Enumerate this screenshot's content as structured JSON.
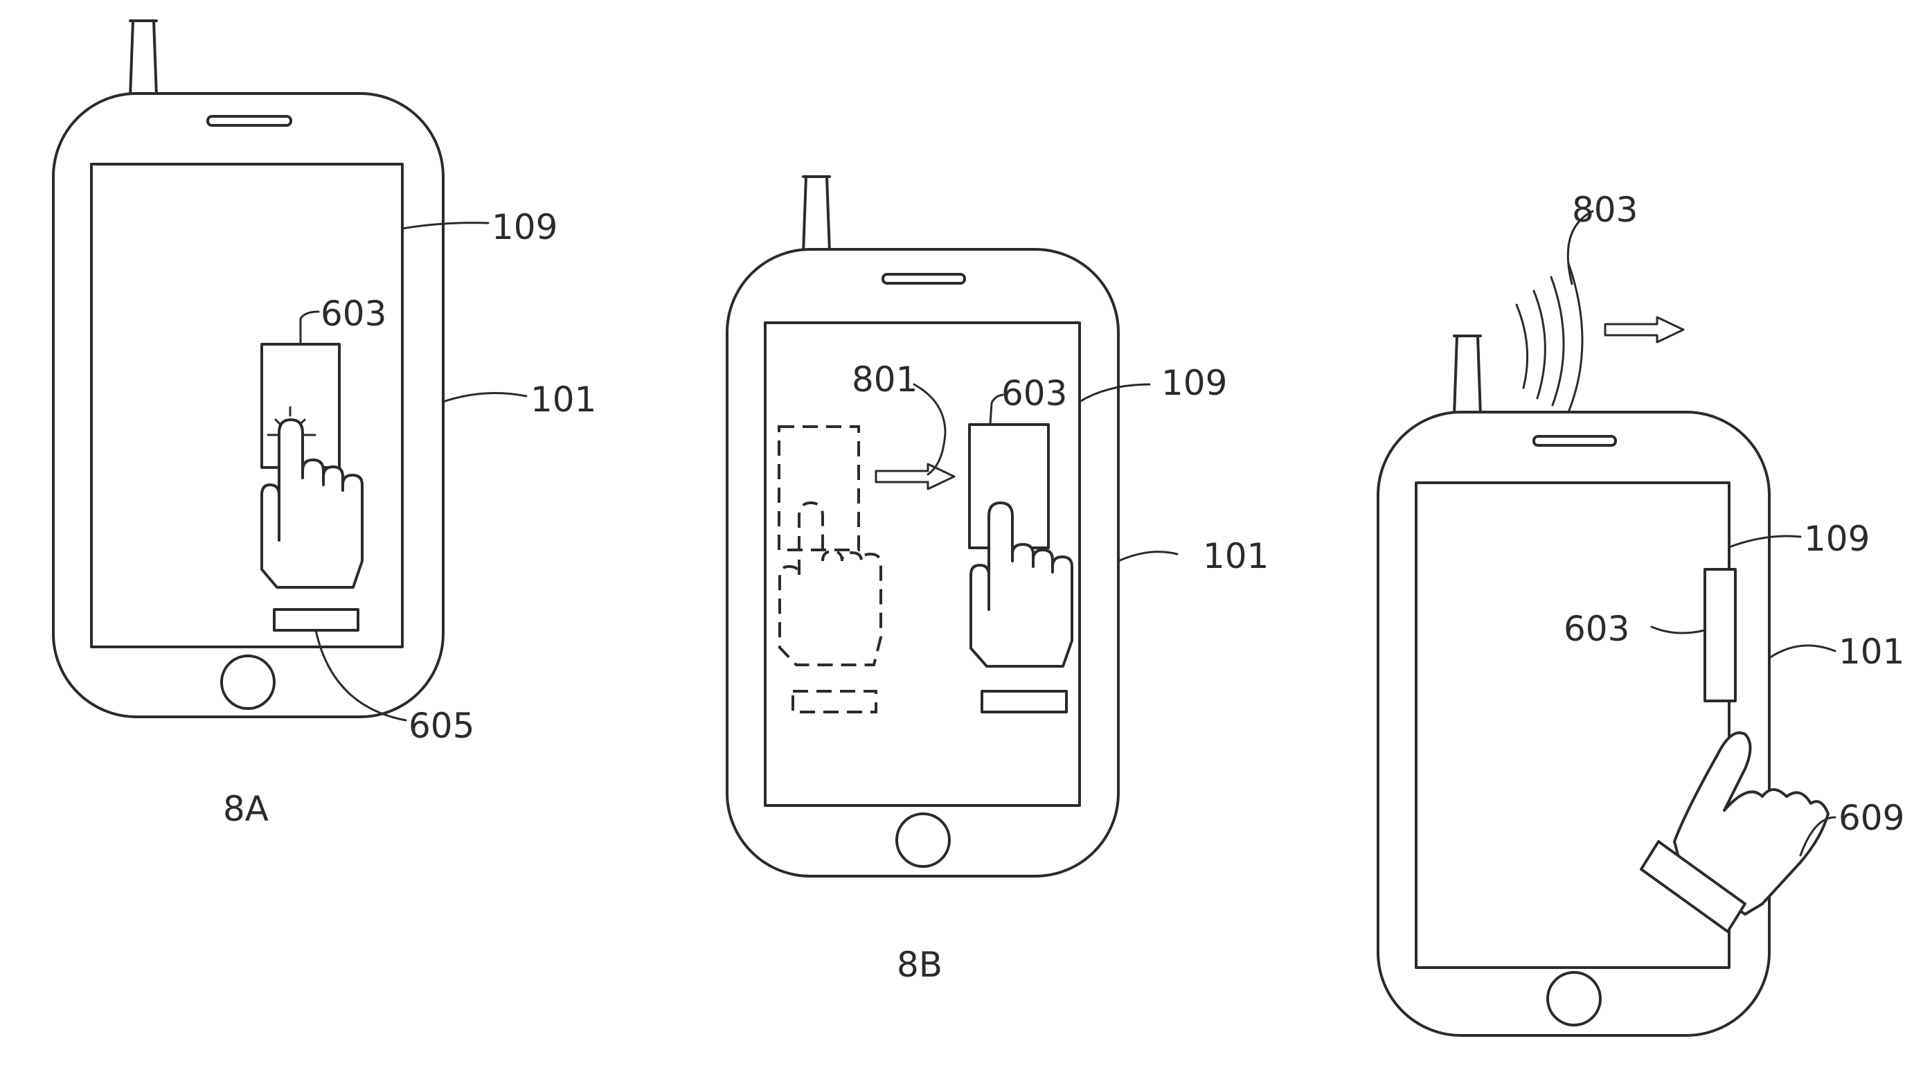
{
  "figures": [
    {
      "label": "8A",
      "refs": {
        "screen": "109",
        "card": "603",
        "body": "101",
        "reader": "605"
      }
    },
    {
      "label": "8B",
      "refs": {
        "movement": "801",
        "card": "603",
        "screen": "109",
        "body": "101"
      }
    },
    {
      "label": "",
      "refs": {
        "signal": "803",
        "screen": "109",
        "card": "603",
        "body": "101",
        "hand": "609"
      }
    }
  ]
}
